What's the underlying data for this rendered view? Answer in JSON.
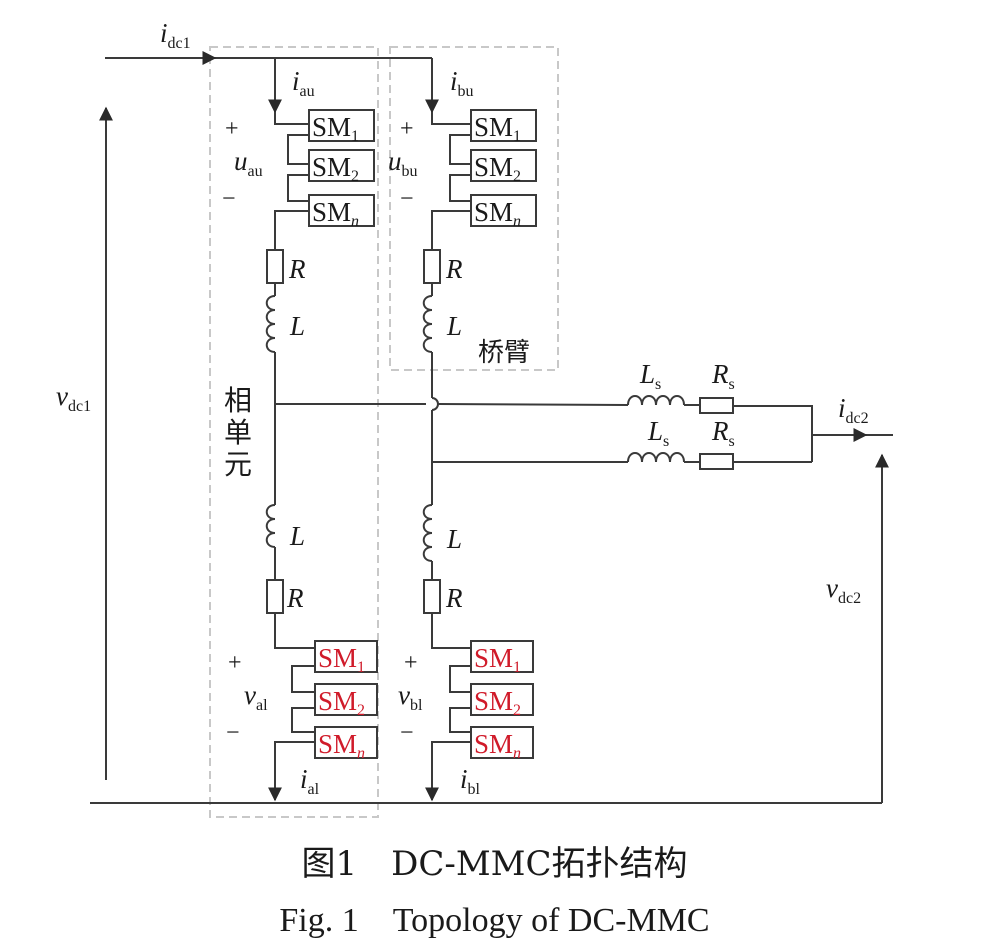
{
  "figure": {
    "caption_cn": "图1　DC-MMC拓扑结构",
    "caption_en": "Fig. 1　Topology of DC-MMC"
  },
  "labels": {
    "idc1": "i",
    "idc1_sub": "dc1",
    "iau": "i",
    "iau_sub": "au",
    "ibu": "i",
    "ibu_sub": "bu",
    "ial": "i",
    "ial_sub": "al",
    "ibl": "i",
    "ibl_sub": "bl",
    "idc2": "i",
    "idc2_sub": "dc2",
    "uau": "u",
    "uau_sub": "au",
    "ubu": "u",
    "ubu_sub": "bu",
    "val": "v",
    "val_sub": "al",
    "vbl": "v",
    "vbl_sub": "bl",
    "vdc1": "v",
    "vdc1_sub": "dc1",
    "vdc2": "v",
    "vdc2_sub": "dc2",
    "plus": "+",
    "minus": "−",
    "R": "R",
    "L": "L",
    "Ls": "L",
    "Ls_sub": "s",
    "Rs": "R",
    "Rs_sub": "s",
    "arm": "桥臂",
    "phase_unit": [
      "相",
      "单",
      "元"
    ]
  },
  "submodules": {
    "prefix": "SM",
    "subs": [
      "1",
      "2",
      "n"
    ],
    "upper_color": "#1a1a1a",
    "lower_color": "#d01b2a"
  },
  "colors": {
    "wire": "#3a3a3a",
    "dashed_box": "#c8c8c8",
    "highlight": "#d01b2a"
  }
}
